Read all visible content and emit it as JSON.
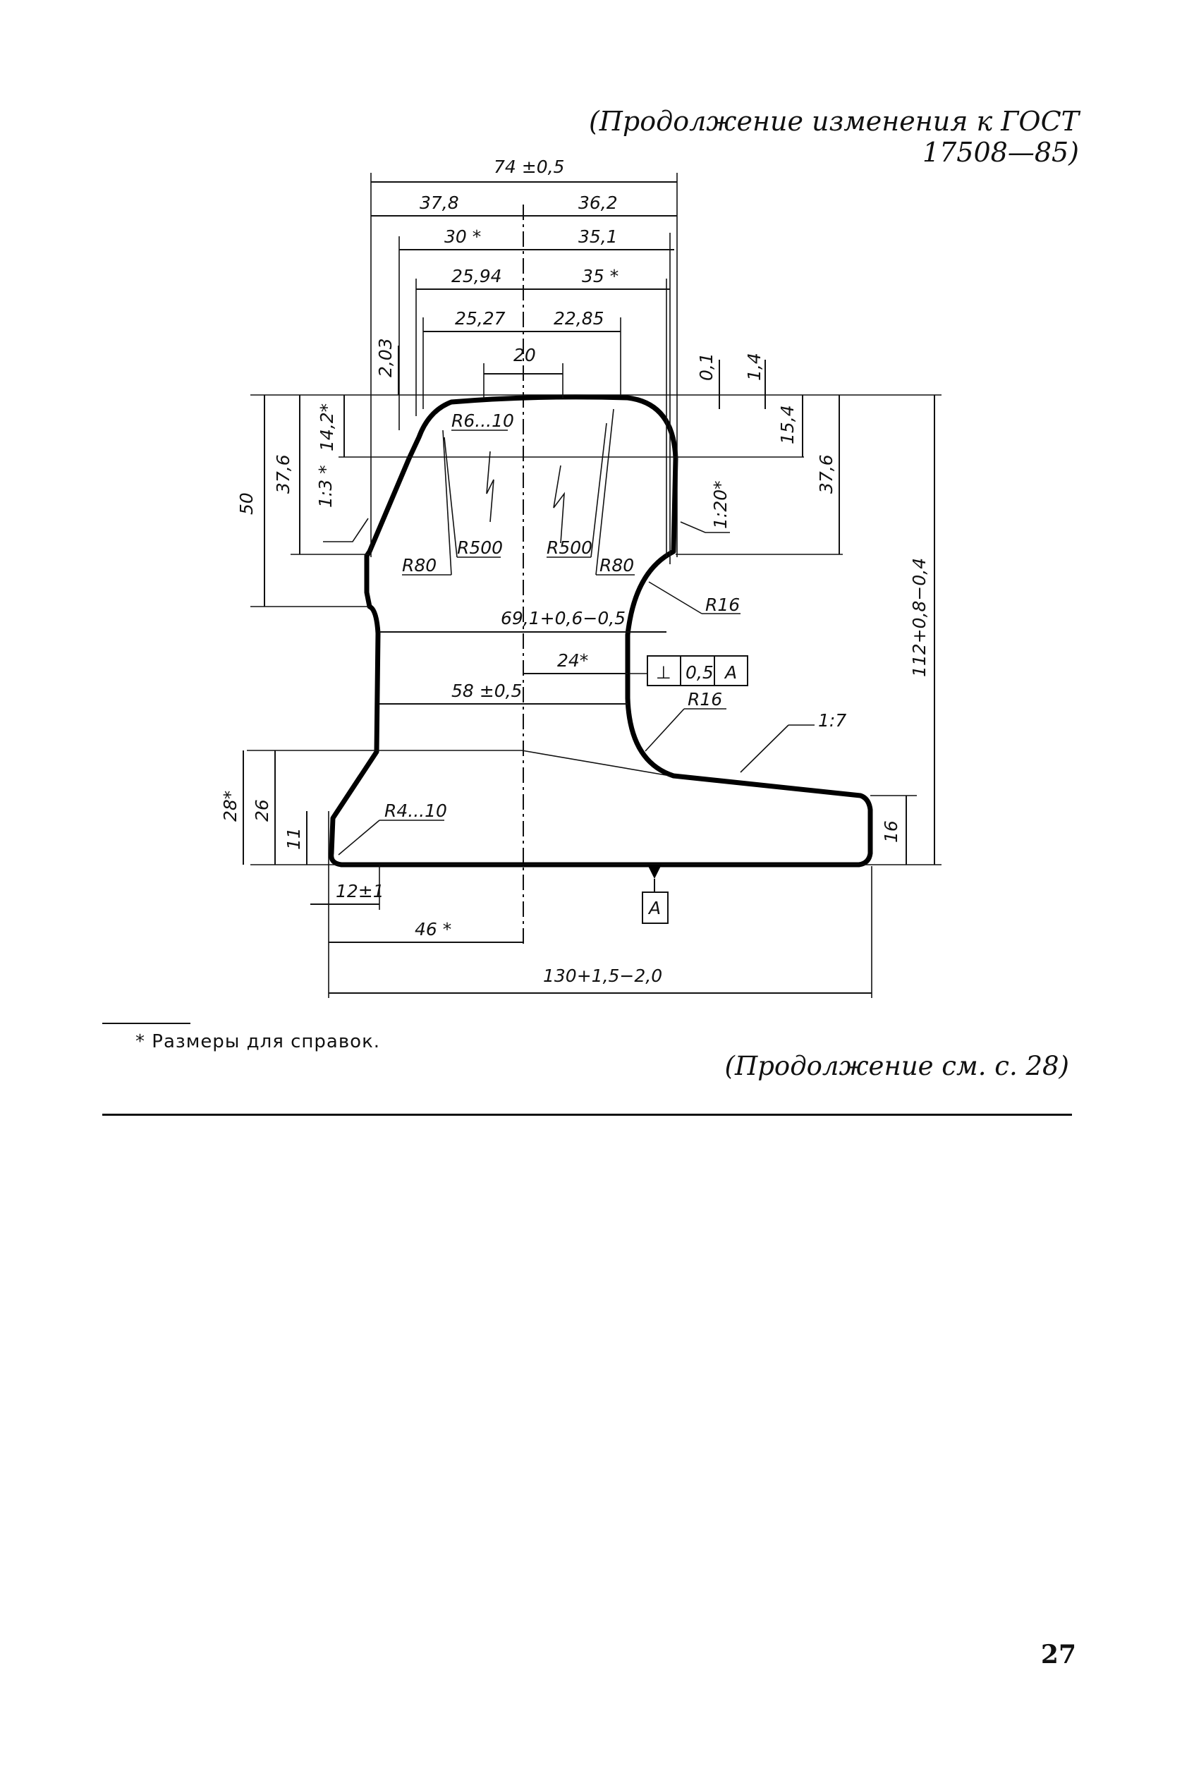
{
  "header": {
    "title": "(Продолжение изменения к ГОСТ 17508—85)"
  },
  "drawing": {
    "top_dims": {
      "overall_width": "74 ±0,5",
      "left_378": "37,8",
      "right_362": "36,2",
      "left_30": "30 *",
      "right_351": "35,1",
      "left_2594": "25,94",
      "right_35": "35 *",
      "left_2527": "25,27",
      "right_2285": "22,85",
      "center_20": "20",
      "dim_203": "2,03",
      "dim_01": "0,1",
      "dim_14": "1,4"
    },
    "left_dims": {
      "h50": "50",
      "h376": "37,6",
      "h142": "14,2*",
      "slope13": "1:3 *"
    },
    "right_dims": {
      "h154": "15,4",
      "h376": "37,6",
      "slope120": "1:20*",
      "total_height": "112+0,8−0,4"
    },
    "radii": {
      "r6_10": "R6...10",
      "r80_left": "R80",
      "r500_left": "R500",
      "r500_right": "R500",
      "r80_right": "R80",
      "r16_upper": "R16",
      "r16_lower": "R16",
      "r4_10": "R4...10"
    },
    "mid_dims": {
      "head_width": "69,1+0,6−0,5",
      "w24": "24*",
      "w58": "58 ±0,5",
      "tolerance_symbol": "⊥",
      "tolerance_value": "0,5",
      "tolerance_datum": "A",
      "slope17": "1:7"
    },
    "base_dims": {
      "h28": "28*",
      "h26": "26",
      "h11": "11",
      "h16": "16",
      "w12": "12±1",
      "w46": "46 *",
      "total_width": "130+1,5−2,0",
      "datum": "A"
    }
  },
  "footnote": {
    "text": "* Размеры для справок."
  },
  "continuation": {
    "text": "(Продолжение см. с. 28)"
  },
  "page_number": "27"
}
